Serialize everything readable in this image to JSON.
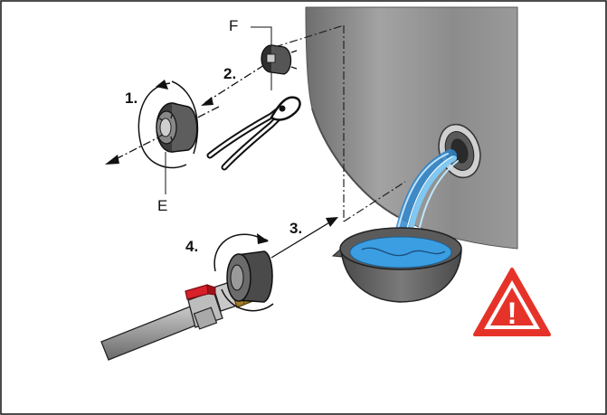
{
  "labels": {
    "part_f": "F",
    "part_e": "E",
    "step1": "1.",
    "step2": "2.",
    "step3": "3.",
    "step4": "4."
  },
  "warning": {
    "glyph": "!",
    "icon": "warning-triangle-icon",
    "color": "#e63329"
  },
  "colors": {
    "tank": "#8a8a8a",
    "water": "#3aa0e0",
    "valve_handle": "#d8202a",
    "fitting": "#404040"
  }
}
